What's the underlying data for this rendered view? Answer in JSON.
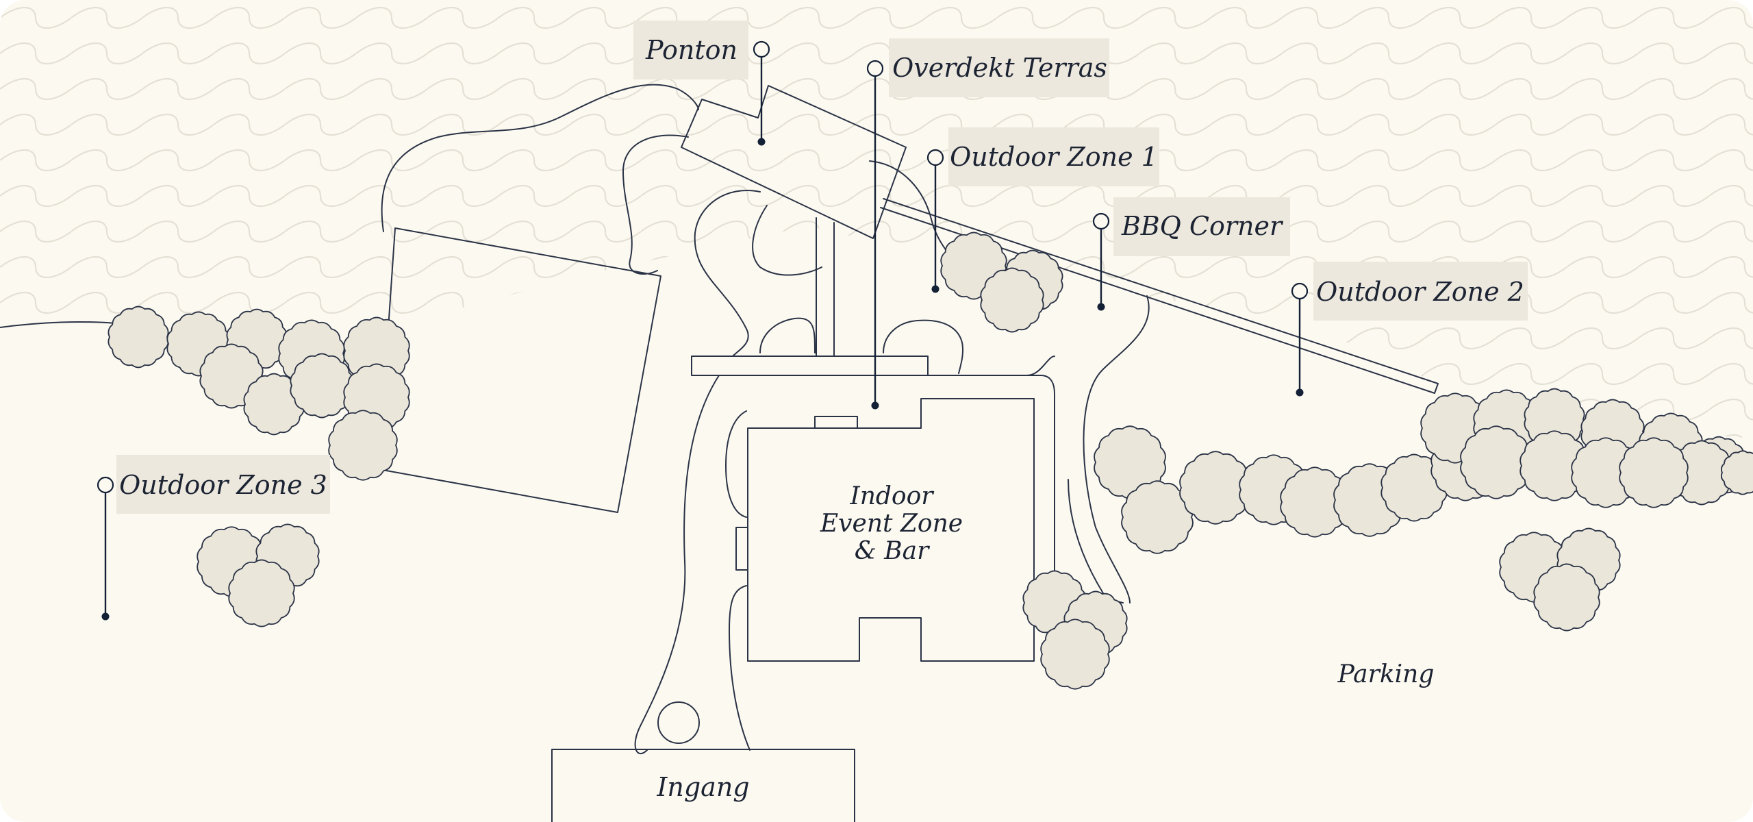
{
  "colors": {
    "background": "#fcf9f0",
    "water_waves": "#e4e0d5",
    "outline": "#2a3346",
    "tree_fill": "#ebe6da",
    "label_box": "#ede8dd",
    "marker": "#132035",
    "text": "#1c2333"
  },
  "pins": [
    {
      "key": "ponton",
      "label": "Ponton"
    },
    {
      "key": "overdekt_terras",
      "label": "Overdekt Terras"
    },
    {
      "key": "outdoor_zone_1",
      "label": "Outdoor Zone 1"
    },
    {
      "key": "bbq_corner",
      "label": "BBQ Corner"
    },
    {
      "key": "outdoor_zone_2",
      "label": "Outdoor Zone 2"
    },
    {
      "key": "outdoor_zone_3",
      "label": "Outdoor Zone 3"
    }
  ],
  "areas": {
    "indoor_line1": "Indoor",
    "indoor_line2": "Event Zone",
    "indoor_line3": "& Bar",
    "parking": "Parking",
    "ingang": "Ingang"
  }
}
